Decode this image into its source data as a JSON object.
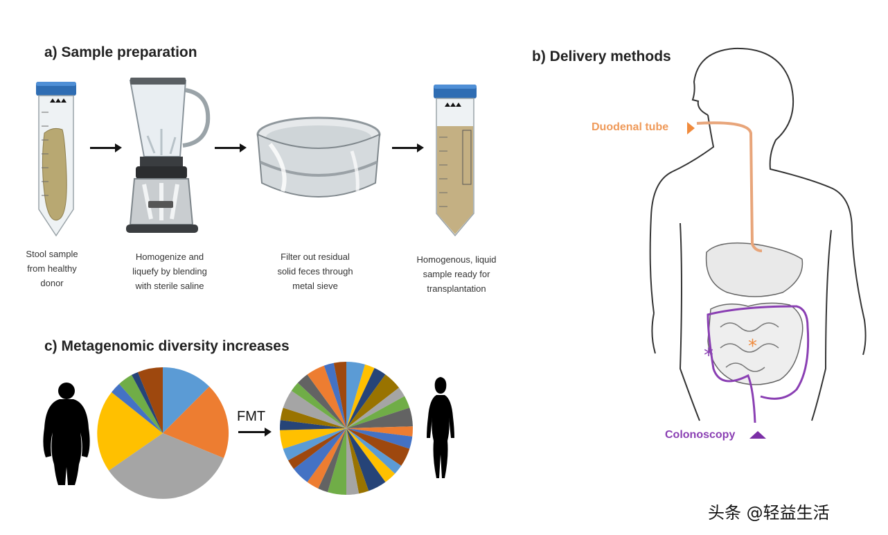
{
  "panel_a": {
    "heading": "a) Sample preparation",
    "captions": [
      [
        "Stool sample",
        "from healthy",
        "donor"
      ],
      [
        "Homogenize and",
        "liquefy by blending",
        "with sterile saline"
      ],
      [
        "Filter out residual",
        "solid feces through",
        "metal sieve"
      ],
      [
        "Homogenous, liquid",
        "sample ready for",
        "transplantation"
      ]
    ]
  },
  "panel_b": {
    "heading": "b) Delivery methods",
    "duodenal_label": "Duodenal tube",
    "colonoscopy_label": "Colonoscopy"
  },
  "panel_c": {
    "heading": "c) Metagenomic diversity increases",
    "arrow_label": "FMT"
  },
  "watermark": "头条 @轻益生活",
  "colors": {
    "duodenal": "#f08a3c",
    "colonoscopy": "#7b2fa6",
    "tube_cap": "#2f6db3",
    "pie_palette": [
      "#5b9bd5",
      "#ed7d31",
      "#a5a5a5",
      "#ffc000",
      "#4472c4",
      "#70ad47",
      "#264478",
      "#9e480e",
      "#636363",
      "#997300"
    ]
  },
  "icons": [
    "stool-tube-icon",
    "blender-icon",
    "sieve-icon",
    "liquid-tube-icon",
    "obese-silhouette-icon",
    "slim-silhouette-icon",
    "human-body-icon"
  ]
}
